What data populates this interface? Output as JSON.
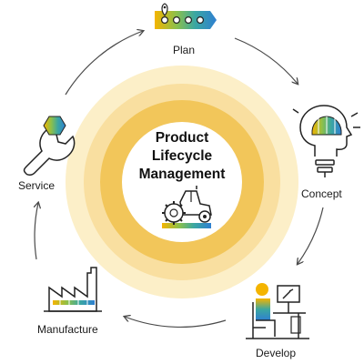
{
  "center": {
    "title_lines": [
      "Product",
      "Lifecycle",
      "Management"
    ],
    "icon": "tractor-icon"
  },
  "stages": [
    {
      "label": "Plan",
      "icon": "roadmap-icon"
    },
    {
      "label": "Concept",
      "icon": "idea-head-icon"
    },
    {
      "label": "Develop",
      "icon": "developer-workstation-icon"
    },
    {
      "label": "Manufacture",
      "icon": "factory-icon"
    },
    {
      "label": "Service",
      "icon": "wrench-icon"
    }
  ],
  "colors": {
    "ring_outer": "#FCEFC8",
    "ring_middle": "#F8D98A",
    "ring_inner": "#F1C95E",
    "center_fill": "#FFFFFF",
    "arrow": "#4a4a4a",
    "icon_stroke": "#222222",
    "accent_blue": "#2E7FD1",
    "accent_teal": "#3BA7A1",
    "accent_green": "#8CC04B",
    "accent_yellow": "#F4B400",
    "accent_orange": "#F29D1F"
  }
}
